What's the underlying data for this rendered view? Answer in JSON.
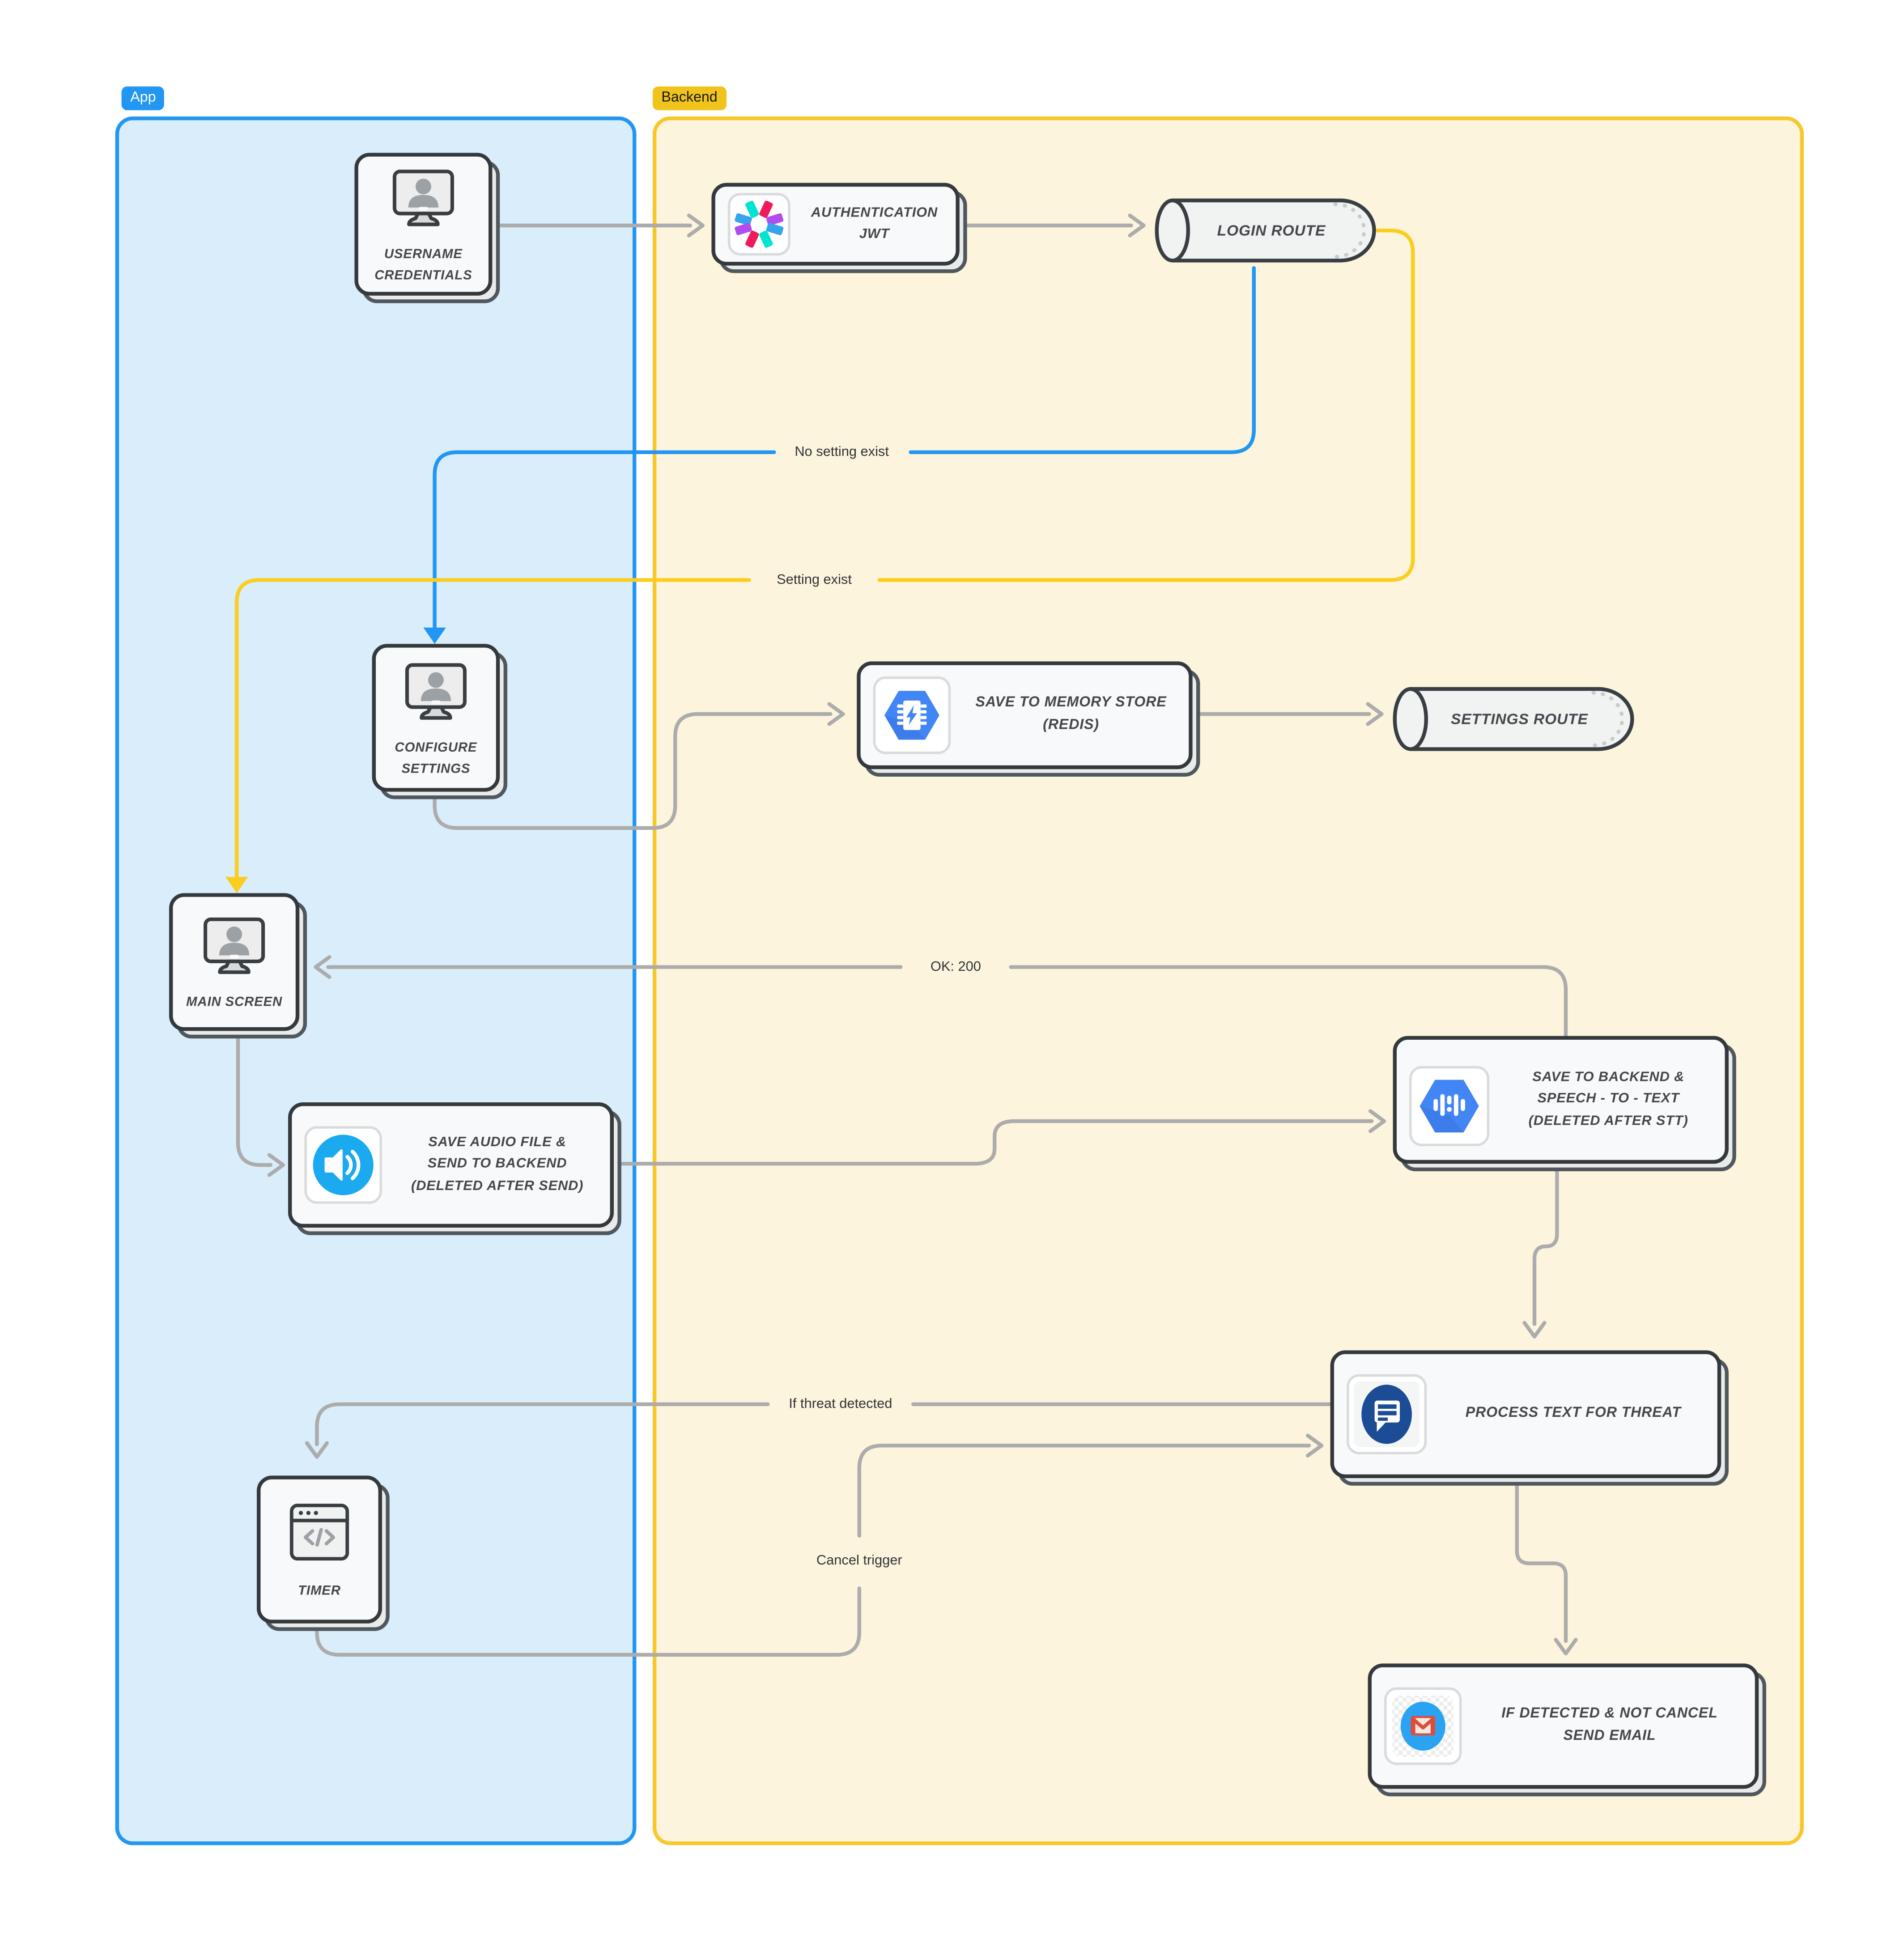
{
  "diagram": {
    "lanes": {
      "app": {
        "label": "App"
      },
      "backend": {
        "label": "Backend"
      }
    },
    "nodes": {
      "username_credentials": {
        "line1": "USERNAME",
        "line2": "CREDENTIALS",
        "icon": "monitor-user-icon"
      },
      "authentication_jwt": {
        "line1": "AUTHENTICATION",
        "line2": "JWT",
        "icon": "jwt-logo-icon"
      },
      "login_route": {
        "label": "LOGIN ROUTE",
        "shape": "pipe"
      },
      "configure_settings": {
        "line1": "CONFIGURE",
        "line2": "SETTINGS",
        "icon": "monitor-user-icon"
      },
      "save_to_memory_store": {
        "line1": "SAVE TO MEMORY STORE",
        "line2": "(REDIS)",
        "icon": "gcp-memorystore-icon"
      },
      "settings_route": {
        "label": "SETTINGS ROUTE",
        "shape": "pipe"
      },
      "main_screen": {
        "label": "MAIN SCREEN",
        "icon": "monitor-user-icon"
      },
      "save_audio_file": {
        "line1": "SAVE AUDIO FILE &",
        "line2": "SEND TO BACKEND",
        "line3": "(DELETED AFTER SEND)",
        "icon": "speaker-icon"
      },
      "save_to_backend_stt": {
        "line1": "SAVE TO BACKEND  &",
        "line2": "SPEECH - TO - TEXT",
        "line3": "(DELETED AFTER STT)",
        "icon": "gcp-speech-to-text-icon"
      },
      "process_text_for_threat": {
        "label": "PROCESS TEXT FOR THREAT",
        "icon": "chat-bubble-icon"
      },
      "timer": {
        "label": "TIMER",
        "icon": "code-window-icon"
      },
      "send_email": {
        "line1": "IF DETECTED & NOT CANCEL",
        "line2": "SEND EMAIL",
        "icon": "gmail-icon"
      }
    },
    "edge_labels": {
      "no_setting_exist": "No setting exist",
      "setting_exist": "Setting exist",
      "ok_200": "OK: 200",
      "if_threat_detected": "If threat detected",
      "cancel_trigger": "Cancel trigger"
    },
    "colors": {
      "app_accent": "#2196F3",
      "backend_accent": "#F8C82A",
      "app_lane_fill": "#D9EDFB",
      "backend_lane_fill": "#FCF4DC",
      "wire_gray": "#ACACAC",
      "wire_blue": "#2196F3",
      "wire_yellow": "#F9CE1F",
      "card_fill": "#F8F9FA",
      "card_border": "#33393D"
    }
  }
}
